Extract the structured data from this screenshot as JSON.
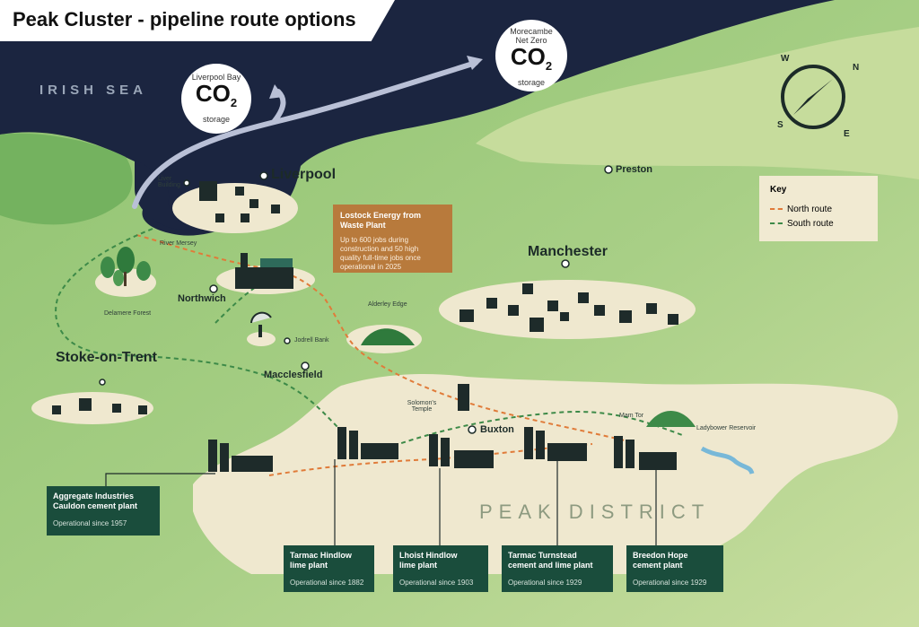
{
  "title": "Peak Cluster - pipeline route options",
  "sea_label": "IRISH SEA",
  "co2_storage": [
    {
      "top": "Liverpool Bay",
      "main": "CO",
      "sub": "2",
      "bottom": "storage"
    },
    {
      "top": "Morecambe Net Zero",
      "main": "CO",
      "sub": "2",
      "bottom": "storage"
    }
  ],
  "compass": {
    "n": "N",
    "e": "E",
    "s": "S",
    "w": "W"
  },
  "cities": {
    "liverpool": "Liverpool",
    "manchester": "Manchester",
    "stoke": "Stoke-on-Trent"
  },
  "towns": {
    "preston": "Preston",
    "northwich": "Northwich",
    "macclesfield": "Macclesfield",
    "buxton": "Buxton"
  },
  "landmarks": {
    "liver_building": "Liver Building",
    "river_mersey": "River Mersey",
    "delamere_forest": "Delamere Forest",
    "jodrell_bank": "Jodrell Bank",
    "alderley_edge": "Alderley Edge",
    "solomons_temple": "Solomon's Temple",
    "mam_tor": "Mam Tor",
    "ladybower": "Ladybower Reservoir"
  },
  "region_label": "PEAK DISTRICT",
  "key": {
    "heading": "Key",
    "north": "North route",
    "south": "South route",
    "north_color": "#e07b39",
    "south_color": "#3d8a48"
  },
  "lostock": {
    "name_line1": "Lostock Energy from",
    "name_line2": "Waste Plant",
    "desc_line1": "Up to 600 jobs during",
    "desc_line2": "construction and 50 high",
    "desc_line3": "quality full-time jobs once",
    "desc_line4": "operational in 2025"
  },
  "plants": [
    {
      "line1": "Aggregate Industries",
      "line2": "Cauldon cement plant",
      "op": "Operational since 1957"
    },
    {
      "line1": "Tarmac Hindlow",
      "line2": "lime plant",
      "op": "Operational since 1882"
    },
    {
      "line1": "Lhoist Hindlow",
      "line2": "lime plant",
      "op": "Operational since 1903"
    },
    {
      "line1": "Tarmac Turnstead",
      "line2": "cement and lime plant",
      "op": "Operational since 1929"
    },
    {
      "line1": "Breedon Hope",
      "line2": "cement plant",
      "op": "Operational since 1929"
    }
  ],
  "colors": {
    "sea": "#1b2540",
    "land": "#9cc57a",
    "peak": "#efe8cf",
    "callout": "#1a4d3c",
    "lostock": "#b87a3c"
  }
}
